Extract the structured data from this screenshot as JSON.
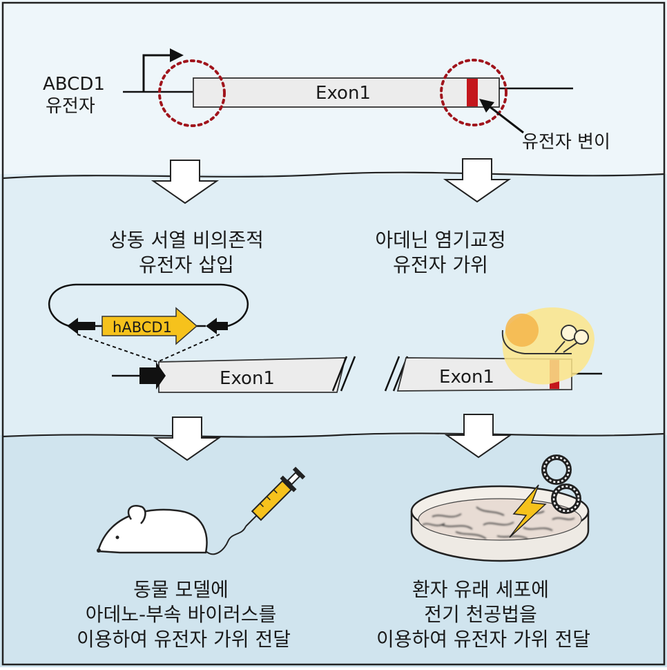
{
  "panel1": {
    "gene_label_line1": "ABCD1",
    "gene_label_line2": "유전자",
    "exon_label": "Exon1",
    "mutation_label": "유전자 변이"
  },
  "panel2": {
    "left_title_line1": "상동 서열 비의존적",
    "left_title_line2": "유전자 삽입",
    "insert_label": "hABCD1",
    "left_exon_label": "Exon1",
    "right_title_line1": "아데닌 염기교정",
    "right_title_line2": "유전자 가위",
    "right_exon_label": "Exon1"
  },
  "panel3": {
    "left_caption_line1": "동물 모델에",
    "left_caption_line2": "아데노-부속 바이러스를",
    "left_caption_line3": "이용하여 유전자 가위 전달",
    "right_caption_line1": "환자 유래 세포에",
    "right_caption_line2": "전기 천공법을",
    "right_caption_line3": "이용하여 유전자 가위 전달"
  },
  "colors": {
    "panel1_bg": "#eef6fa",
    "panel2_bg": "#e0eef5",
    "panel3_bg": "#d0e4ee",
    "mutation_red": "#c4161c",
    "dotted_circle": "#a0141c",
    "insert_yellow": "#f6c21c",
    "editor_yellow": "#fbe58a",
    "editor_orange": "#f5b54a",
    "syringe_yellow": "#f6c21c",
    "lightning": "#f6c21c"
  }
}
